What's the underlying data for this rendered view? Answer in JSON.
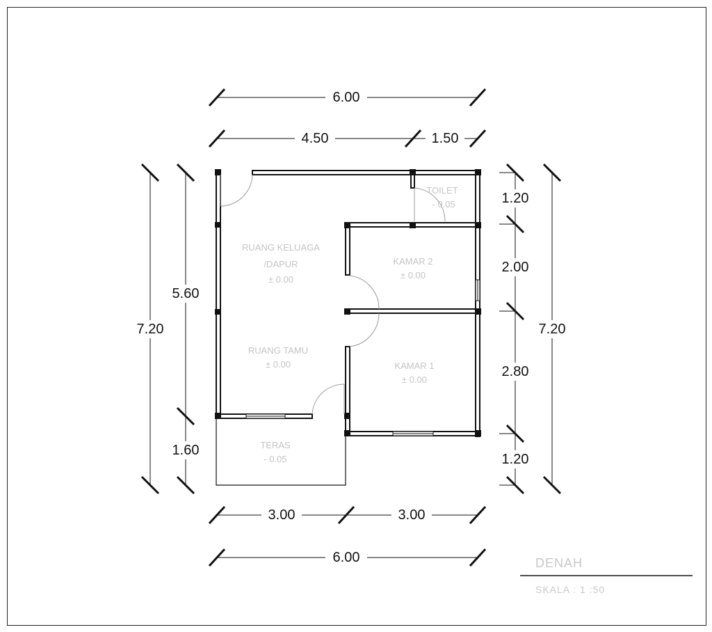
{
  "drawing": {
    "title": "DENAH",
    "scale": "SKALA : 1 :50"
  },
  "dimensions": {
    "top_overall": "6.00",
    "top_left": "4.50",
    "top_right": "1.50",
    "bottom_left": "3.00",
    "bottom_right": "3.00",
    "bottom_overall": "6.00",
    "left_overall": "7.20",
    "left_upper": "5.60",
    "left_lower": "1.60",
    "right_overall": "7.20",
    "right_1": "1.20",
    "right_2": "2.00",
    "right_3": "2.80",
    "right_4": "1.20"
  },
  "rooms": {
    "toilet": {
      "name": "TOILET",
      "level": "- 0.05"
    },
    "ruang_keluarga": {
      "name_line1": "RUANG KELUAGA",
      "name_line2": "/DAPUR",
      "level": "± 0.00"
    },
    "kamar_2": {
      "name": "KAMAR 2",
      "level": "± 0.00"
    },
    "ruang_tamu": {
      "name": "RUANG TAMU",
      "level": "± 0.00"
    },
    "kamar_1": {
      "name": "KAMAR 1",
      "level": "± 0.00"
    },
    "teras": {
      "name": "TERAS",
      "level": "- 0.05"
    }
  },
  "colors": {
    "line": "#111111",
    "room_label": "#c4c4c4",
    "door_arc": "#9a9a9a"
  }
}
